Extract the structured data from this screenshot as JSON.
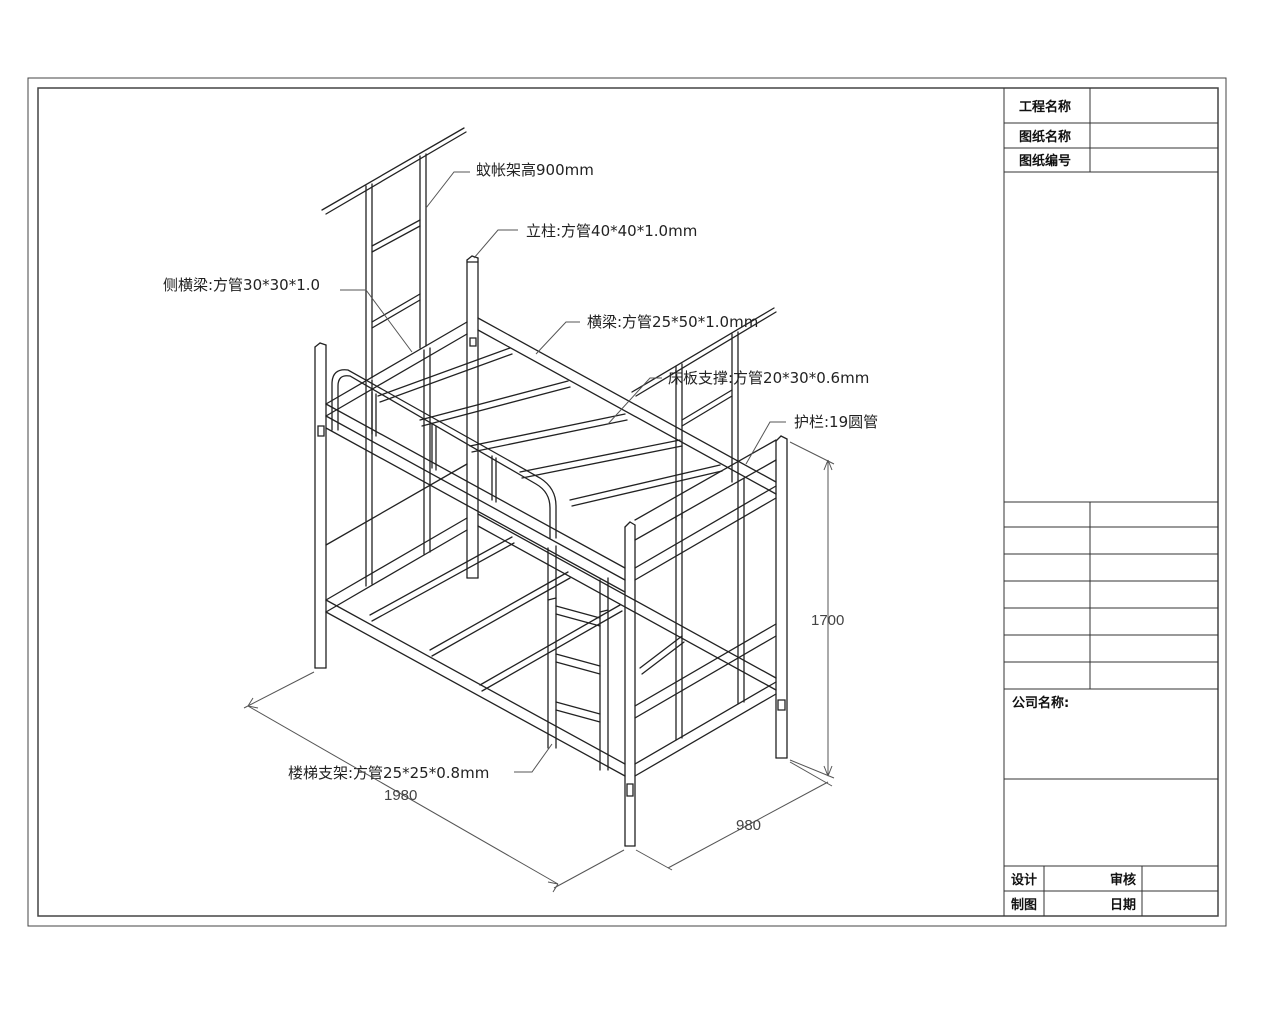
{
  "title_block": {
    "project_name_label": "工程名称",
    "drawing_name_label": "图纸名称",
    "drawing_no_label": "图纸编号",
    "company_label": "公司名称:",
    "design_label": "设计",
    "review_label": "审核",
    "drafting_label": "制图",
    "date_label": "日期"
  },
  "annotations": {
    "mosquito_frame": "蚊帐架高900mm",
    "post": "立柱:方管40*40*1.0mm",
    "side_beam": "侧横梁:方管30*30*1.0",
    "cross_beam": "横梁:方管25*50*1.0mm",
    "bed_board_support": "床板支撑:方管20*30*0.6mm",
    "guardrail": "护栏:19圆管",
    "ladder_support": "楼梯支架:方管25*25*0.8mm"
  },
  "dimensions": {
    "length": "1980",
    "width": "980",
    "height": "1700"
  }
}
